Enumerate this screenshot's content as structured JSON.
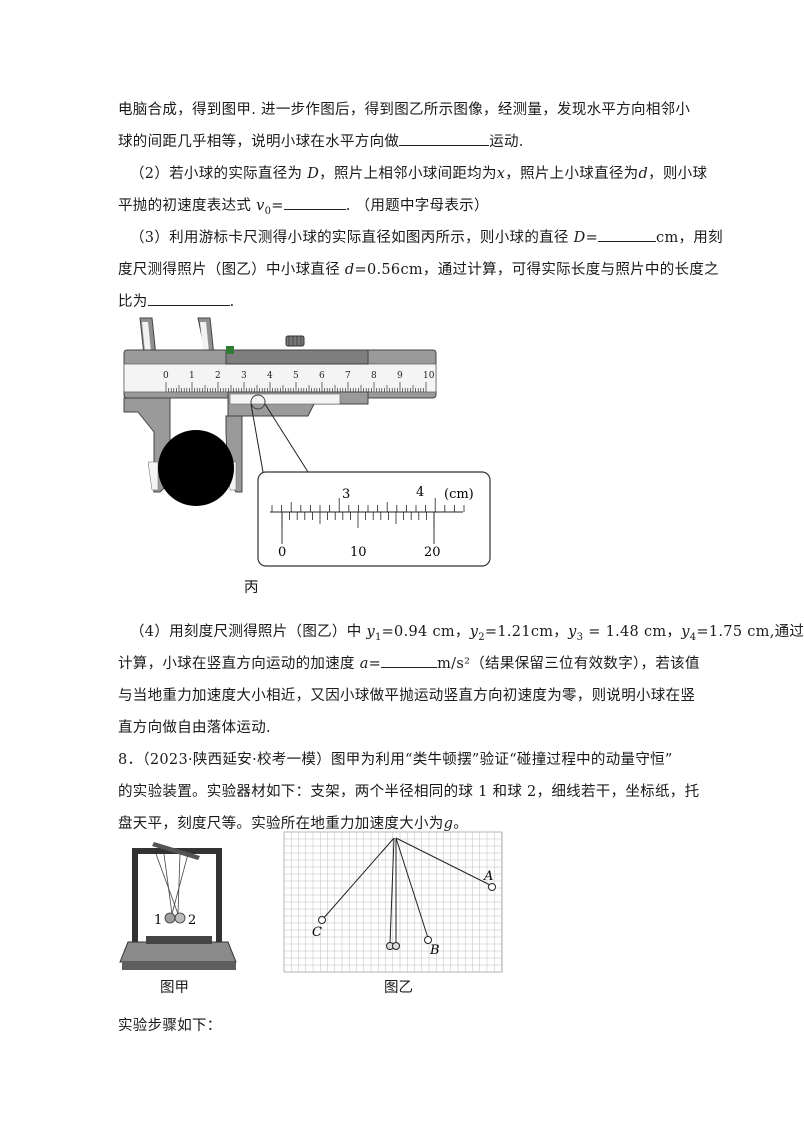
{
  "paragraphs": {
    "p1_l1": "电脑合成，得到图甲. 进一步作图后，得到图乙所示图像，经测量，发现水平方向相邻小",
    "p1_l2a": "球的间距几乎相等，说明小球在水平方向做",
    "p1_l2b": "运动.",
    "q2_l1a": "（2）若小球的实际直径为 ",
    "q2_D": "D",
    "q2_l1b": "，照片上相邻小球间距均为",
    "q2_x": "x",
    "q2_l1c": "，照片上小球直径为",
    "q2_d": "d",
    "q2_l1d": "，则小球",
    "q2_l2a": "平抛的初速度表达式 ",
    "q2_v0": "v",
    "q2_v0sub": "0",
    "q2_l2b": "=",
    "q2_l2c": ". （用题中字母表示）",
    "q3_l1a": "（3）利用游标卡尺测得小球的实际直径如图丙所示，则小球的直径 ",
    "q3_D": "D",
    "q3_l1b": "=",
    "q3_l1c": "cm，用刻",
    "q3_l2a": "度尺测得照片（图乙）中小球直径 ",
    "q3_d": "d",
    "q3_l2b": "=0.56cm，通过计算，可得实际长度与照片中的长度之",
    "q3_l3a": "比为",
    "q3_l3b": ".",
    "q4_l1a": "（4）用刻度尺测得照片（图乙）中 ",
    "q4_y1": "y",
    "q4_y1s": "1",
    "q4_v1": "=0.94 cm，",
    "q4_y2": "y",
    "q4_y2s": "2",
    "q4_v2": "=1.21cm，",
    "q4_y3": "y",
    "q4_y3s": "3",
    "q4_v3": " = 1.48 cm，",
    "q4_y4": "y",
    "q4_y4s": "4",
    "q4_v4": "=1.75 cm,通过",
    "q4_l2a": "计算，小球在竖直方向运动的加速度 ",
    "q4_a": "a",
    "q4_l2b": "=",
    "q4_l2c": "m/s²（结果保留三位有效数字），若该值",
    "q4_l3": "与当地重力加速度大小相近，又因小球做平抛运动竖直方向初速度为零，则说明小球在竖",
    "q4_l4": "直方向做自由落体运动.",
    "q8_l1": "8．（2023·陕西延安·校考一模）图甲为利用“类牛顿摆”验证“碰撞过程中的动量守恒”",
    "q8_l2": "的实验装置。实验器材如下：支架，两个半径相同的球 1 和球 2，细线若干，坐标纸，托",
    "q8_l3a": "盘天平，刻度尺等。实验所在地重力加速度大小为",
    "q8_g": "g",
    "q8_l3b": "。",
    "steps": "实验步骤如下："
  },
  "caliper": {
    "caption": "丙",
    "main_scale_labels": [
      "0",
      "1",
      "2",
      "3",
      "4",
      "5",
      "6",
      "7",
      "8",
      "9",
      "10"
    ],
    "zoom_main_labels": [
      "3",
      "4"
    ],
    "zoom_unit": "(cm)",
    "zoom_vernier_labels": [
      "0",
      "10",
      "20"
    ]
  },
  "figures": {
    "jia_caption": "图甲",
    "yi_caption": "图乙",
    "ball1": "1",
    "ball2": "2",
    "point_a": "A",
    "point_b": "B",
    "point_c": "C"
  }
}
